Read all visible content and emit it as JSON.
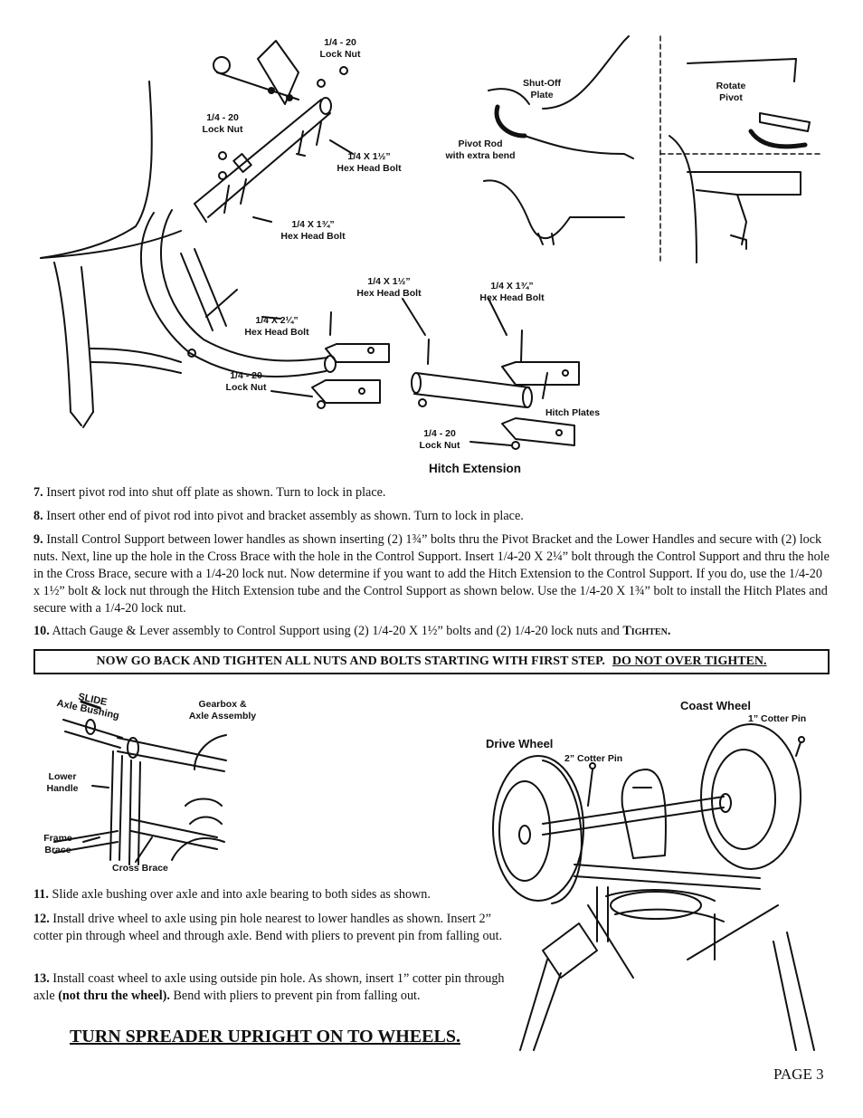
{
  "top_figure": {
    "labels": {
      "lock_nut_top": "1/4 - 20\nLock Nut",
      "lock_nut_left": "1/4 - 20\nLock Nut",
      "bolt_1_5_top": "1/4 X 1½”\nHex Head Bolt",
      "bolt_1_75_left": "1/4 X 1¾”\nHex Head Bolt",
      "bolt_1_5_mid": "1/4 X 1½”\nHex Head Bolt",
      "bolt_1_75_right": "1/4 X 1¾”\nHex Head Bolt",
      "bolt_2_25": "1/4 X 2¼”\nHex Head Bolt",
      "lock_nut_bottom_left": "1/4 - 20\nLock Nut",
      "lock_nut_bottom_mid": "1/4 - 20\nLock Nut",
      "hitch_plates": "Hitch Plates",
      "shut_off_plate": "Shut-Off\nPlate",
      "pivot_rod": "Pivot Rod\nwith extra bend",
      "rotate_pivot": "Rotate\nPivot"
    },
    "caption": "Hitch Extension"
  },
  "steps_top": [
    {
      "num": "7.",
      "text": " Insert pivot rod into shut off plate as shown. Turn to lock in place."
    },
    {
      "num": "8.",
      "text": " Insert other end of pivot rod into pivot and bracket assembly as shown.  Turn to lock in place."
    },
    {
      "num": "9.",
      "text": "  Install Control Support between lower handles as shown inserting (2) 1¾” bolts thru the Pivot Bracket and the Lower Handles and secure with (2) lock nuts.  Next, line up the hole in the Cross Brace with the hole in the Control Support.  Insert 1/4-20 X 2¼” bolt through the Control Support and thru the hole in the Cross Brace, secure with a 1/4-20 lock nut.  Now determine if you want to add the Hitch Extension to the Control Support.  If you do, use the 1/4-20 x 1½” bolt & lock nut through the Hitch Extension tube and the Control Support as shown below.  Use the 1/4-20 X 1¾” bolt to install the Hitch Plates and secure with a 1/4-20 lock nut."
    },
    {
      "num": "10.",
      "text": " Attach Gauge & Lever assembly to Control Support using (2) 1/4-20 X 1½” bolts and (2) 1/4-20 lock nuts and ",
      "tail": "Tighten."
    }
  ],
  "notice": {
    "main": "NOW GO BACK AND TIGHTEN ALL NUTS AND BOLTS STARTING WITH FIRST STEP.",
    "underlined": "DO NOT OVER TIGHTEN."
  },
  "bottom_left_figure": {
    "slide": "SLIDE",
    "axle_bushing": "Axle Bushing",
    "gearbox": "Gearbox &\nAxle Assembly",
    "lower_handle": "Lower\nHandle",
    "frame_brace": "Frame\nBrace",
    "cross_brace": "Cross Brace"
  },
  "bottom_right_figure": {
    "coast_wheel": "Coast Wheel",
    "cotter_1": "1” Cotter Pin",
    "drive_wheel": "Drive Wheel",
    "cotter_2": "2” Cotter Pin"
  },
  "steps_bottom": [
    {
      "num": "11.",
      "text": " Slide axle bushing over axle and into axle bearing to both sides as shown."
    },
    {
      "num": "12.",
      "text": " Install drive wheel to axle using pin hole nearest to lower handles as shown. Insert 2” cotter pin through wheel and through axle. Bend with pliers to prevent pin from falling out."
    },
    {
      "num": "13.",
      "text": " Install coast wheel to axle using outside pin hole. As shown, insert 1” cotter pin through axle ",
      "bold": "(not thru the wheel).",
      "tail": "  Bend with pliers to prevent pin from falling out."
    }
  ],
  "turn_upright": "TURN SPREADER UPRIGHT ON TO WHEELS.",
  "page_label": "PAGE 3"
}
